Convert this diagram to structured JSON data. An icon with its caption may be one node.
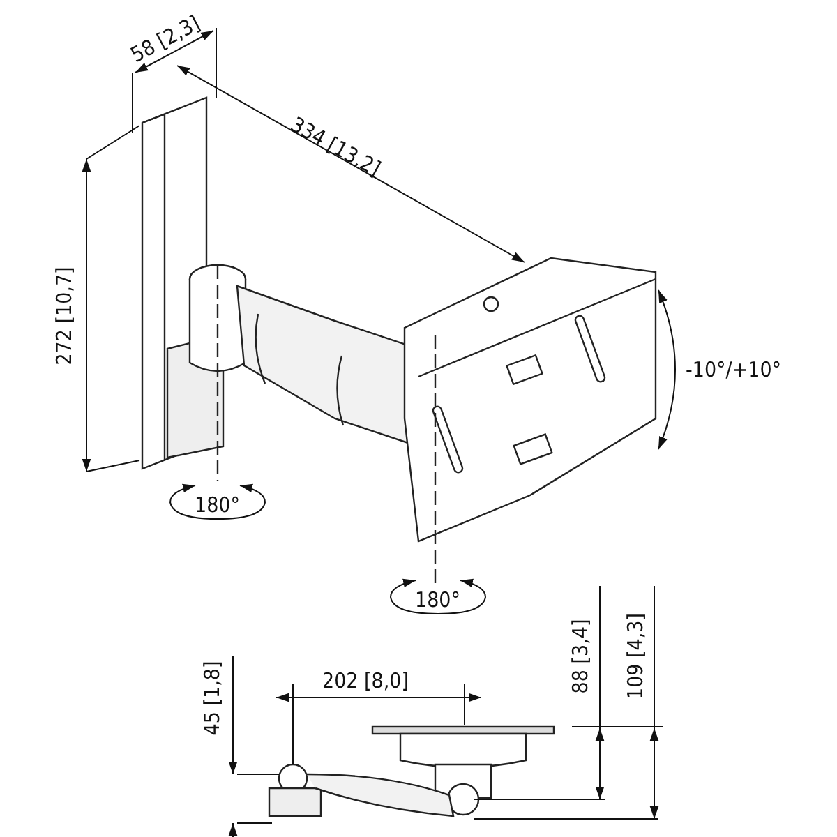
{
  "diagram": {
    "labels": [
      "58 [2,3]",
      "334 [13,2]",
      "272 [10,7]",
      "-10°/+10°",
      "180°",
      "180°",
      "45 [1,8]",
      "202 [8,0]",
      "88 [3,4]",
      "109 [4,3]"
    ]
  }
}
